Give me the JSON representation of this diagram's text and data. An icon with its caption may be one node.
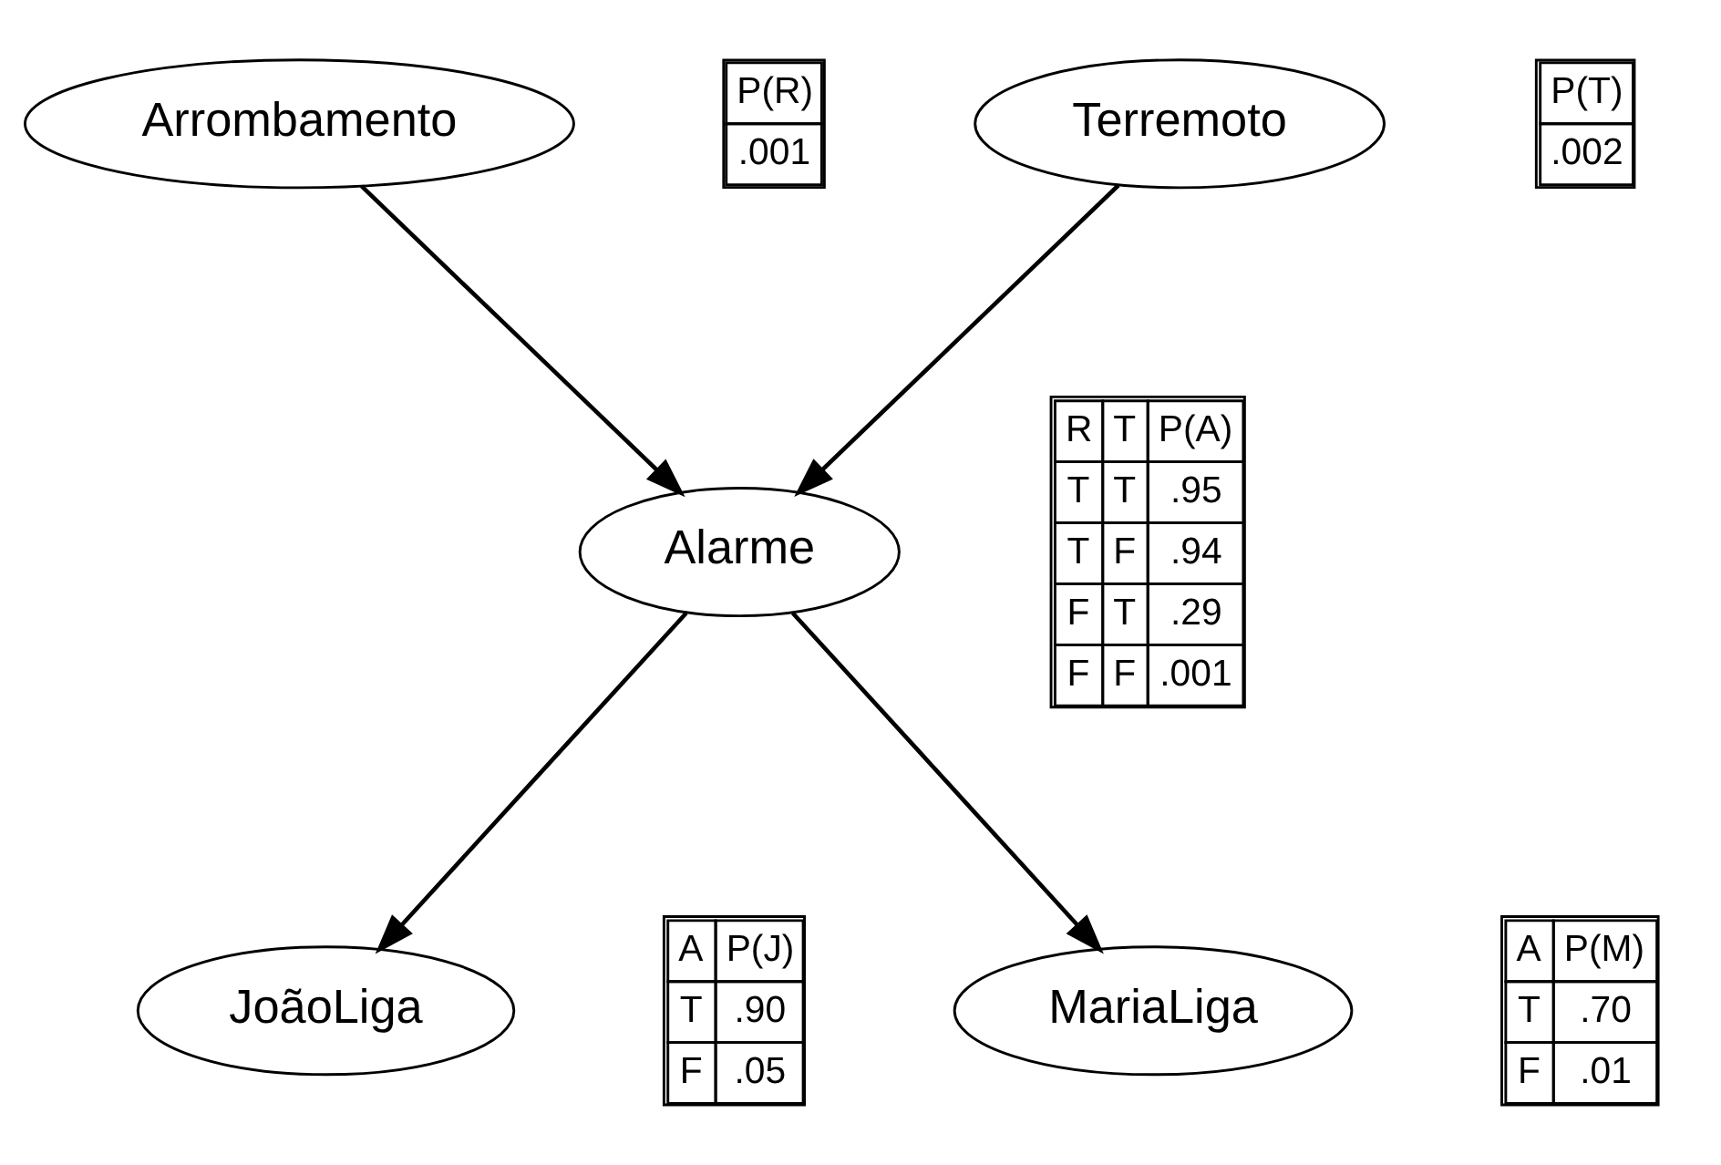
{
  "diagram": {
    "nodes": [
      {
        "text": [
          "Arrombamento"
        ]
      },
      {
        "text": [
          "Terremoto"
        ]
      },
      {
        "text": [
          "Alarme"
        ]
      },
      {
        "text": [
          "JoãoLiga"
        ]
      },
      {
        "text": [
          "MariaLiga"
        ]
      }
    ],
    "edges": [
      {
        "from": 0,
        "to": 2,
        "arrow": "to"
      },
      {
        "from": 1,
        "to": 2,
        "arrow": "to"
      },
      {
        "from": 2,
        "to": 3,
        "arrow": "to"
      },
      {
        "from": 2,
        "to": 4,
        "arrow": "to"
      }
    ],
    "labels": [
      "P(R)",
      ".001",
      "P(T)",
      ".002",
      "R",
      "T",
      "P(A)",
      "T",
      "T",
      ".95",
      "T",
      "F",
      ".94",
      "F",
      "T",
      ".29",
      "F",
      "F",
      ".001",
      "A",
      "P(J)",
      "T",
      ".90",
      "F",
      ".05",
      "A",
      "P(M)",
      "T",
      ".70",
      "F",
      ".01"
    ]
  }
}
